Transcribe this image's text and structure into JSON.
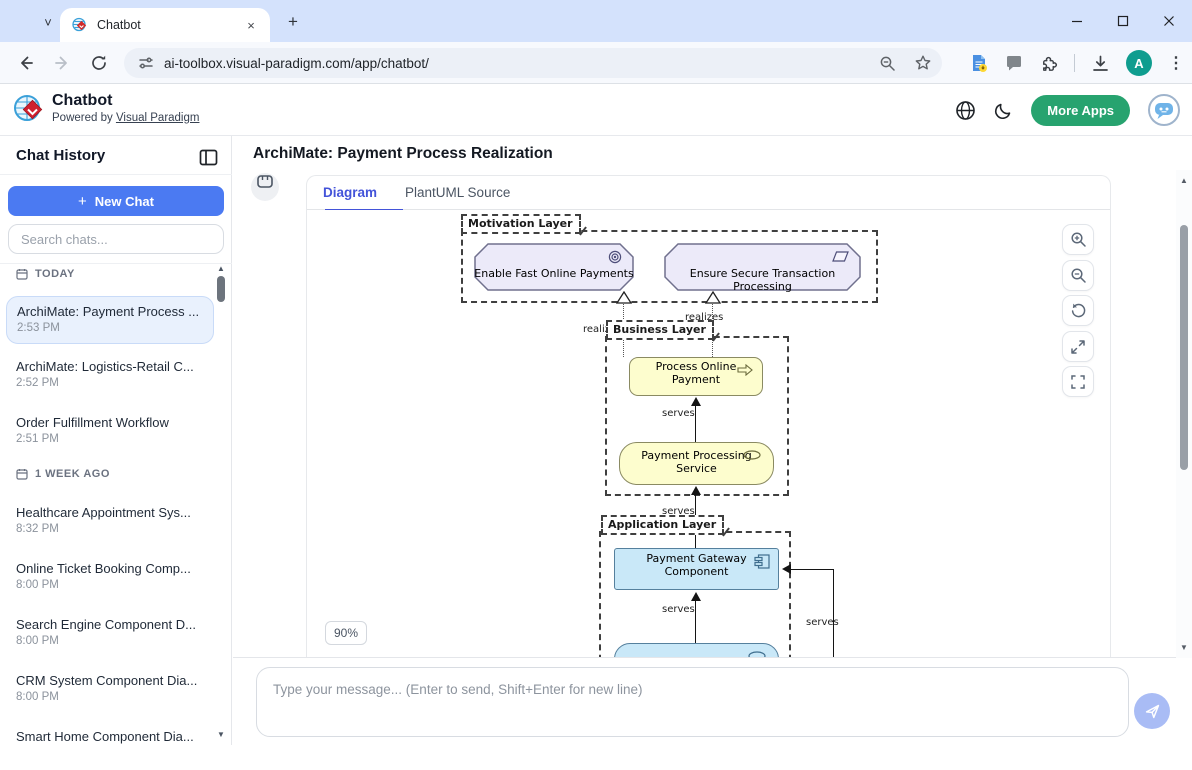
{
  "browser": {
    "tab_title": "Chatbot",
    "url": "ai-toolbox.visual-paradigm.com/app/chatbot/"
  },
  "header": {
    "app_name": "Chatbot",
    "powered_by_prefix": "Powered by ",
    "powered_by_link": "Visual Paradigm",
    "more_apps_label": "More Apps"
  },
  "sidebar": {
    "title": "Chat History",
    "new_chat_label": "New Chat",
    "search_placeholder": "Search chats...",
    "sections": [
      {
        "label": "TODAY",
        "items": [
          {
            "title": "ArchiMate: Payment Process ...",
            "time": "2:53 PM",
            "selected": true
          },
          {
            "title": "ArchiMate: Logistics-Retail C...",
            "time": "2:52 PM",
            "selected": false
          },
          {
            "title": "Order Fulfillment Workflow",
            "time": "2:51 PM",
            "selected": false
          }
        ]
      },
      {
        "label": "1 WEEK AGO",
        "items": [
          {
            "title": "Healthcare Appointment Sys...",
            "time": "8:32 PM",
            "selected": false
          },
          {
            "title": "Online Ticket Booking Comp...",
            "time": "8:00 PM",
            "selected": false
          },
          {
            "title": "Search Engine Component D...",
            "time": "8:00 PM",
            "selected": false
          },
          {
            "title": "CRM System Component Dia...",
            "time": "8:00 PM",
            "selected": false
          },
          {
            "title": "Smart Home Component Dia...",
            "time": "",
            "selected": false
          }
        ]
      }
    ]
  },
  "main": {
    "conversation_title": "ArchiMate: Payment Process Realization",
    "tabs": [
      {
        "label": "Diagram",
        "active": true
      },
      {
        "label": "PlantUML Source",
        "active": false
      }
    ],
    "input_placeholder": "Type your message... (Enter to send, Shift+Enter for new line)"
  },
  "diagram": {
    "zoom_badge": "90%",
    "layers": {
      "motivation": {
        "label": "Motivation Layer",
        "goal": "Enable Fast Online Payments",
        "outcome": "Ensure Secure Transaction Processing"
      },
      "business": {
        "label": "Business Layer",
        "process": "Process Online Payment",
        "service": "Payment Processing Service"
      },
      "application": {
        "label": "Application Layer",
        "component": "Payment Gateway Component"
      }
    },
    "edge_labels": {
      "realizes": "realizes",
      "serves": "serves"
    }
  },
  "icons": {
    "tab_close": "×",
    "new_tab": "+",
    "chevron_down": "˅",
    "kebab": "⋮",
    "plus": "+",
    "profile_letter": "A",
    "scroll_up": "▲",
    "scroll_down": "▼",
    "names": [
      "visual-paradigm-favicon",
      "back-icon",
      "forward-icon",
      "reload-icon",
      "tune-icon",
      "zoom-indicator-icon",
      "bookmark-star-icon",
      "docs-offline-icon",
      "comment-icon",
      "extensions-puzzle-icon",
      "download-icon",
      "globe-icon",
      "moon-icon",
      "chatbot-bubble-icon",
      "panel-toggle-icon",
      "calendar-icon",
      "goal-target-icon",
      "outcome-parallelogram-icon",
      "process-arrow-icon",
      "service-oval-icon",
      "component-icon",
      "zoom-in-icon",
      "zoom-out-icon",
      "reset-view-icon",
      "expand-icon",
      "fullscreen-icon",
      "send-plane-icon"
    ]
  },
  "colors": {
    "titlebar": "#d4e2fc",
    "accent_blue": "#4b7af2",
    "tab_active_blue": "#4353d9",
    "more_apps_green": "#27a36f",
    "motivation_fill": "#eceaf9",
    "business_fill": "#fdfdce",
    "application_fill": "#c9e8f8",
    "send_button": "#a9bcf5"
  }
}
